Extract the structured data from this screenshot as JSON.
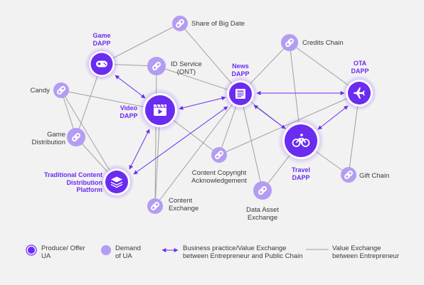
{
  "colors": {
    "accent": "#6a2cf0",
    "node_light": "#b49cf2",
    "edge_grey": "#9a9a9a",
    "background": "#f2f2f2"
  },
  "nodes": {
    "game_dapp": {
      "label": "Game\nDAPP",
      "icon": "gamepad-icon"
    },
    "video_dapp": {
      "label": "Video\nDAPP",
      "icon": "video-icon"
    },
    "news_dapp": {
      "label": "News\nDAPP",
      "icon": "newspaper-icon"
    },
    "ota_dapp": {
      "label": "OTA\nDAPP",
      "icon": "airplane-icon"
    },
    "travel_dapp": {
      "label": "Travel\nDAPP",
      "icon": "bicycle-icon"
    },
    "traditional": {
      "label": "Traditional Content\nDistribution\nPlatform",
      "icon": "layers-icon"
    },
    "share_big_date": {
      "label": "Share of Big Date",
      "icon": "link-icon"
    },
    "credits_chain": {
      "label": "Credits Chain",
      "icon": "link-icon"
    },
    "id_service": {
      "label": "ID Service\n(ONT)",
      "icon": "link-icon"
    },
    "candy": {
      "label": "Candy",
      "icon": "link-icon"
    },
    "game_distribution": {
      "label": "Game\nDistribution",
      "icon": "link-icon"
    },
    "content_copyright": {
      "label": "Content Copyright\nAcknowledgement",
      "icon": "link-icon"
    },
    "content_exchange": {
      "label": "Content\nExchange",
      "icon": "link-icon"
    },
    "data_asset_exchange": {
      "label": "Data Asset\nExchange",
      "icon": "link-icon"
    },
    "gift_chain": {
      "label": "Gift Chain",
      "icon": "link-icon"
    }
  },
  "legend": {
    "produce": "Produce/ Offer\nUA",
    "demand": "Demand\nof UA",
    "business": "Business practice/Value Exchange\nbetween Entrepreneur and Public Chain",
    "value_exchange": "Value Exchange\nbetween Entrepreneur"
  }
}
